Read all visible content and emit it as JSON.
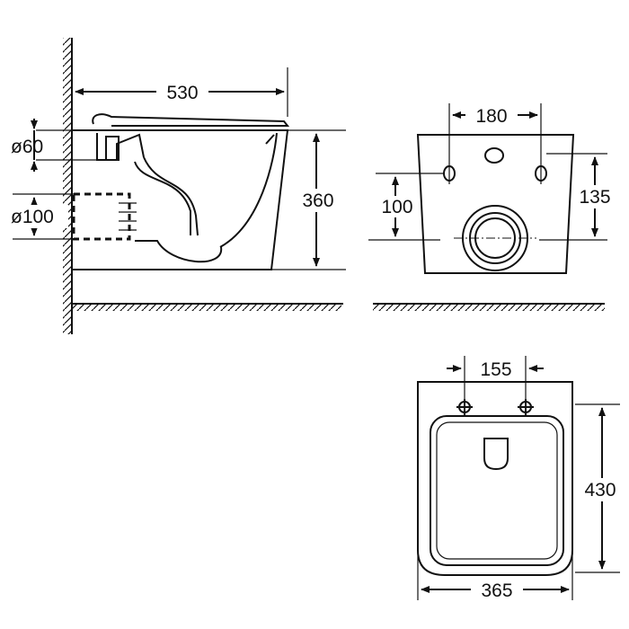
{
  "side_view": {
    "width_label": "530",
    "height_label": "360",
    "inlet_label": "ø60",
    "outlet_label": "ø100"
  },
  "front_view": {
    "bolt_spacing_label": "180",
    "outlet_height_label": "100",
    "bolt_height_label": "135"
  },
  "top_view": {
    "bolt_spacing_label": "155",
    "depth_label": "430",
    "width_label": "365"
  },
  "colors": {
    "line": "#111111",
    "background": "#ffffff"
  }
}
